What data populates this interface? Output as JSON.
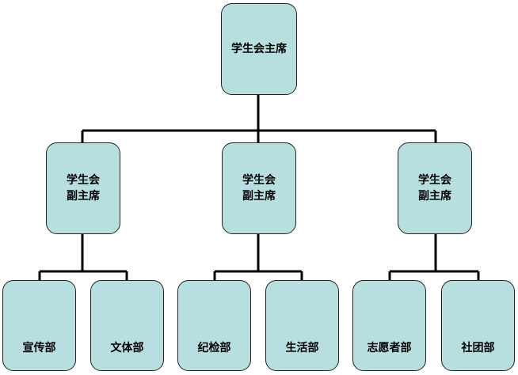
{
  "root": {
    "label": "学生会主席"
  },
  "vice_presidents": [
    {
      "label": "学生会\n副主席",
      "departments": [
        "宣传部",
        "文体部"
      ]
    },
    {
      "label": "学生会\n副主席",
      "departments": [
        "纪检部",
        "生活部"
      ]
    },
    {
      "label": "学生会\n副主席",
      "departments": [
        "志愿者部",
        "社团部"
      ]
    }
  ],
  "colors": {
    "box_fill": "#b8dfe0",
    "box_border": "#222222",
    "connector": "#000000"
  }
}
